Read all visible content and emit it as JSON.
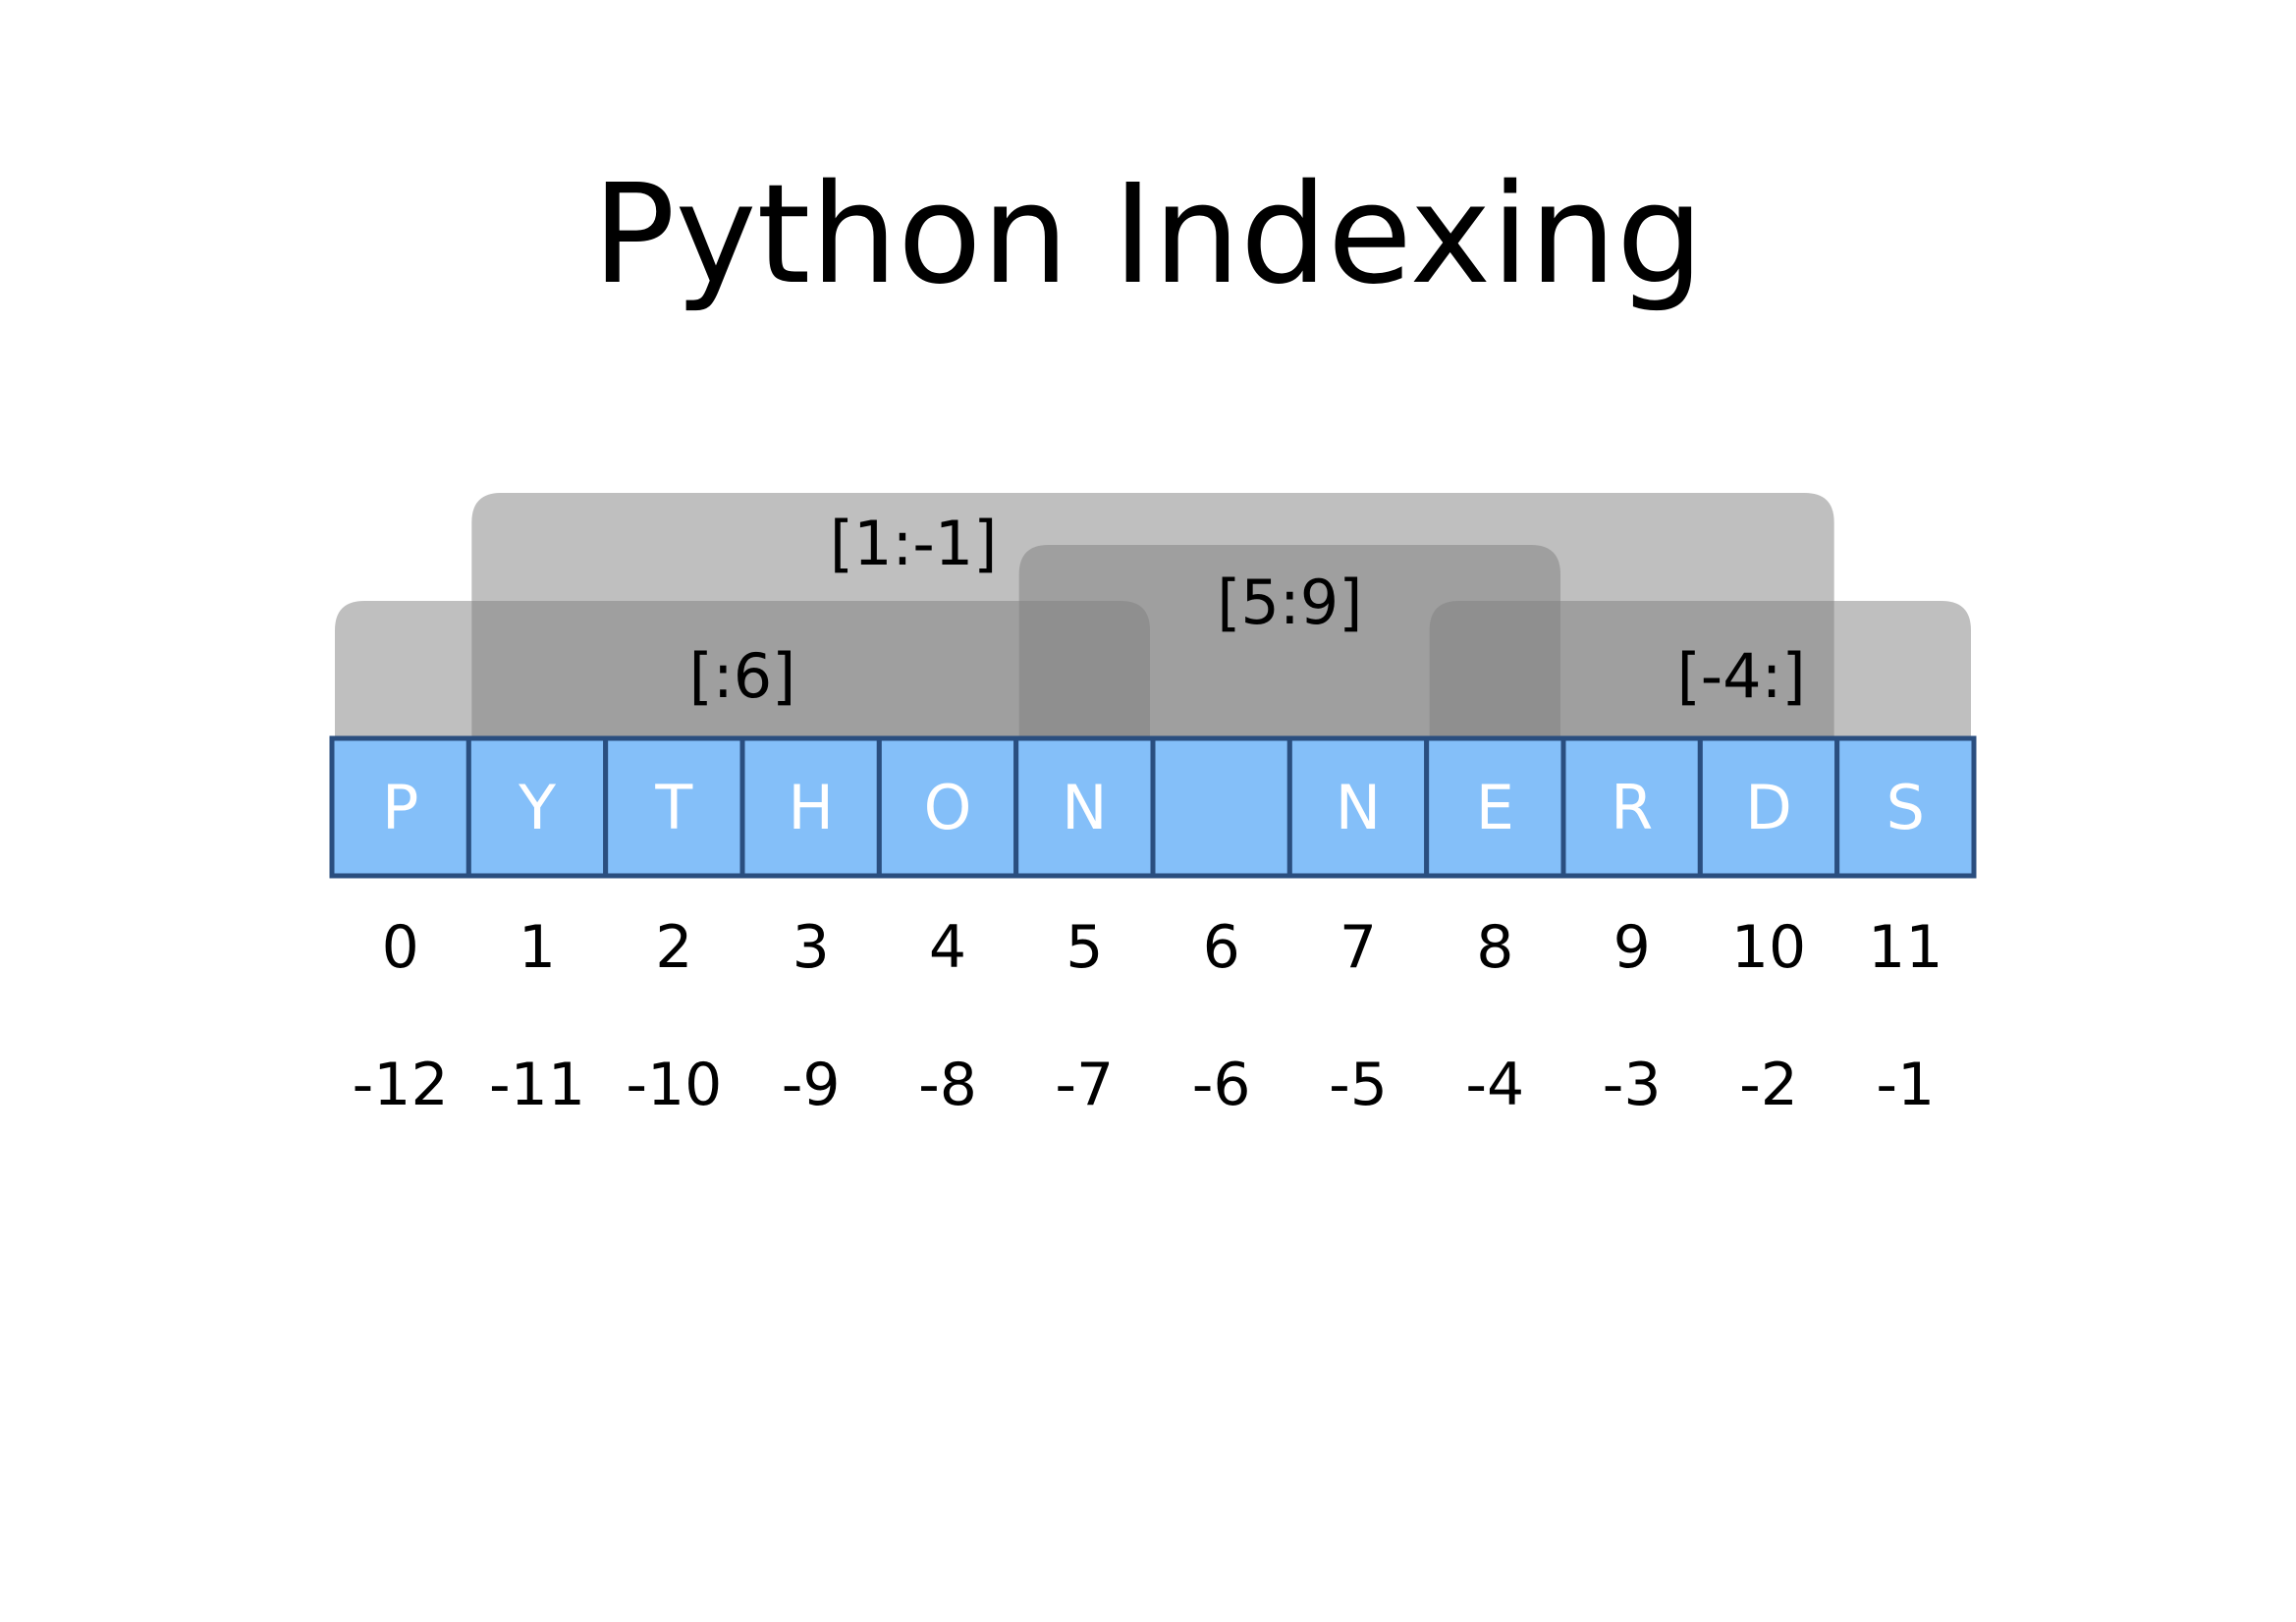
{
  "title": "Python Indexing",
  "string": {
    "characters": [
      "P",
      "Y",
      "T",
      "H",
      "O",
      "N",
      " ",
      "N",
      "E",
      "R",
      "D",
      "S"
    ],
    "positive_indices": [
      "0",
      "1",
      "2",
      "3",
      "4",
      "5",
      "6",
      "7",
      "8",
      "9",
      "10",
      "11"
    ],
    "negative_indices": [
      "-12",
      "-11",
      "-10",
      "-9",
      "-8",
      "-7",
      "-6",
      "-5",
      "-4",
      "-3",
      "-2",
      "-1"
    ]
  },
  "slices": [
    {
      "label": "[1:-1]",
      "start": 1,
      "end": 11,
      "tier": 3
    },
    {
      "label": "[5:9]",
      "start": 5,
      "end": 9,
      "tier": 2
    },
    {
      "label": "[:6]",
      "start": 0,
      "end": 6,
      "tier": 1
    },
    {
      "label": "[-4:]",
      "start": 8,
      "end": 12,
      "tier": 1
    }
  ],
  "colors": {
    "cell_fill": "#84bff9",
    "cell_border": "#2a4e7f",
    "slice_fill": "#808080",
    "text_on_cell": "#ffffff"
  }
}
